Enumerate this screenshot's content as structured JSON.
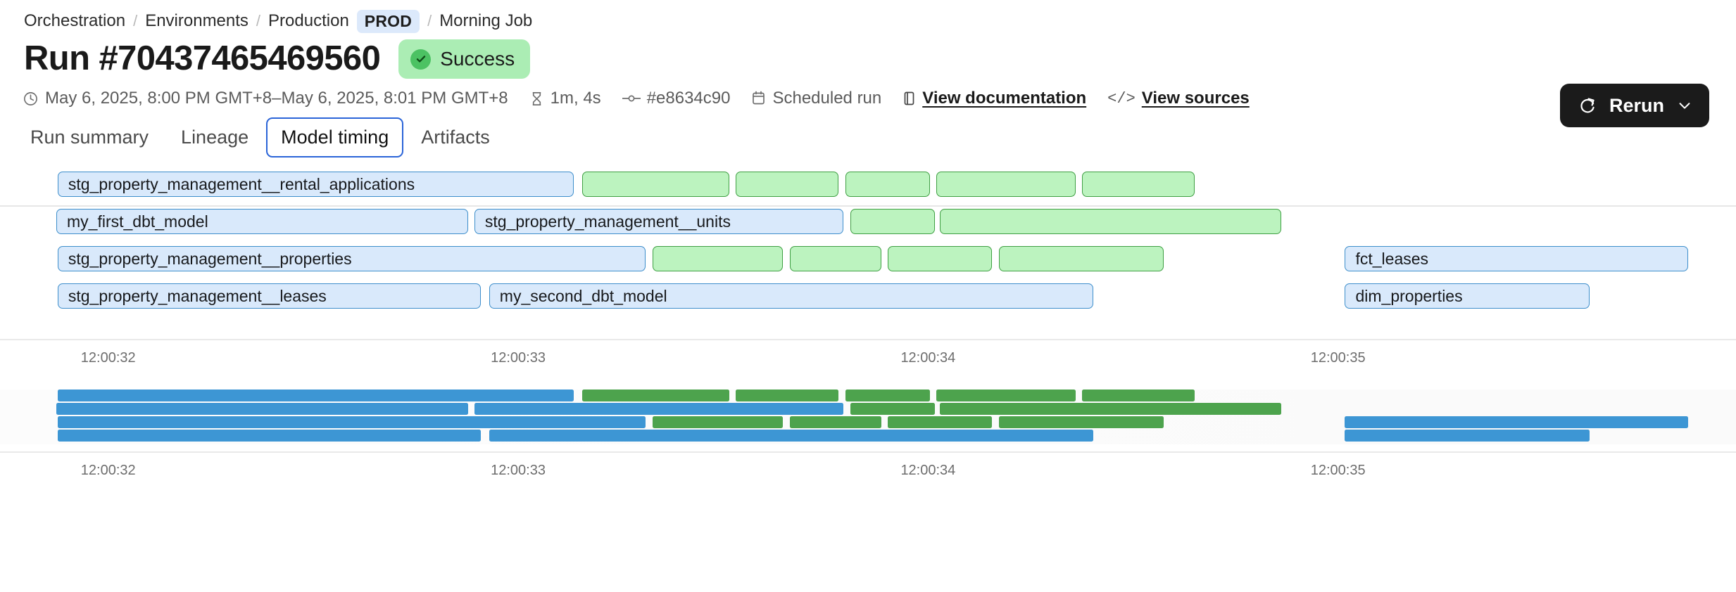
{
  "breadcrumb": {
    "items": [
      {
        "label": "Orchestration",
        "type": "link"
      },
      {
        "label": "Environments",
        "type": "link"
      },
      {
        "label": "Production",
        "type": "link"
      },
      {
        "label": "PROD",
        "type": "chip"
      },
      {
        "label": "Morning Job",
        "type": "link"
      }
    ],
    "separator": "/"
  },
  "header": {
    "title": "Run #70437465469560",
    "status": {
      "label": "Success",
      "color": "#abedb4",
      "icon": "check-circle-icon"
    },
    "rerun": {
      "label": "Rerun",
      "icon": "refresh-icon",
      "chevron": "chevron-down-icon"
    }
  },
  "meta": {
    "timerange": "May 6, 2025, 8:00 PM GMT+8–May 6, 2025, 8:01 PM GMT+8",
    "duration": "1m, 4s",
    "commit": "#e8634c90",
    "trigger": "Scheduled run",
    "documentation_link": "View documentation",
    "sources_link": "View sources"
  },
  "tabs": [
    {
      "label": "Run summary",
      "active": false
    },
    {
      "label": "Lineage",
      "active": false
    },
    {
      "label": "Model timing",
      "active": true
    },
    {
      "label": "Artifacts",
      "active": false
    }
  ],
  "chart_data": {
    "type": "bar",
    "title": "Model timing",
    "orientation": "horizontal-gantt",
    "xlabel": "",
    "ylabel": "",
    "grid": false,
    "legend": null,
    "axis_ticks": [
      "12:00:32",
      "12:00:33",
      "12:00:34",
      "12:00:35"
    ],
    "axis_tick_x_pct": [
      1.5,
      26.6,
      51.7,
      76.8
    ],
    "colors": {
      "model_fill": "#d9e9fb",
      "model_stroke": "#3d8ecb",
      "test_fill": "#bcf3bf",
      "test_stroke": "#3f9f43",
      "mini_model": "#3d96d4",
      "mini_test": "#4da34d"
    },
    "rows": [
      {
        "index": 0,
        "bars": [
          {
            "label": "stg_property_management__rental_applications",
            "kind": "model",
            "x_pct": 0.08,
            "w_pct": 31.6
          },
          {
            "label": "",
            "kind": "test",
            "x_pct": 32.2,
            "w_pct": 9.0
          },
          {
            "label": "",
            "kind": "test",
            "x_pct": 41.6,
            "w_pct": 6.3
          },
          {
            "label": "",
            "kind": "test",
            "x_pct": 48.3,
            "w_pct": 5.2
          },
          {
            "label": "",
            "kind": "test",
            "x_pct": 53.9,
            "w_pct": 8.5
          },
          {
            "label": "",
            "kind": "test",
            "x_pct": 62.8,
            "w_pct": 6.9
          }
        ]
      },
      {
        "index": 1,
        "bars": [
          {
            "label": "my_first_dbt_model",
            "kind": "model",
            "x_pct": 0.0,
            "w_pct": 25.2
          },
          {
            "label": "stg_property_management__units",
            "kind": "model",
            "x_pct": 25.6,
            "w_pct": 22.6
          },
          {
            "label": "",
            "kind": "test",
            "x_pct": 48.6,
            "w_pct": 5.2
          },
          {
            "label": "",
            "kind": "test",
            "x_pct": 54.1,
            "w_pct": 20.9
          }
        ]
      },
      {
        "index": 2,
        "bars": [
          {
            "label": "stg_property_management__properties",
            "kind": "model",
            "x_pct": 0.08,
            "w_pct": 36.0
          },
          {
            "label": "",
            "kind": "test",
            "x_pct": 36.5,
            "w_pct": 8.0
          },
          {
            "label": "",
            "kind": "test",
            "x_pct": 44.9,
            "w_pct": 5.6
          },
          {
            "label": "",
            "kind": "test",
            "x_pct": 50.9,
            "w_pct": 6.4
          },
          {
            "label": "",
            "kind": "test",
            "x_pct": 57.7,
            "w_pct": 10.1
          },
          {
            "label": "fct_leases",
            "kind": "model",
            "x_pct": 78.9,
            "w_pct": 21.0
          }
        ]
      },
      {
        "index": 3,
        "bars": [
          {
            "label": "stg_property_management__leases",
            "kind": "model",
            "x_pct": 0.08,
            "w_pct": 25.9
          },
          {
            "label": "my_second_dbt_model",
            "kind": "model",
            "x_pct": 26.5,
            "w_pct": 37.0
          },
          {
            "label": "dim_properties",
            "kind": "model",
            "x_pct": 78.9,
            "w_pct": 15.0
          }
        ]
      }
    ],
    "overview_rows": [
      {
        "index": 0,
        "bars": [
          {
            "kind": "model",
            "x_pct": 0.08,
            "w_pct": 31.6
          },
          {
            "kind": "test",
            "x_pct": 32.2,
            "w_pct": 9.0
          },
          {
            "kind": "test",
            "x_pct": 41.6,
            "w_pct": 6.3
          },
          {
            "kind": "test",
            "x_pct": 48.3,
            "w_pct": 5.2
          },
          {
            "kind": "test",
            "x_pct": 53.9,
            "w_pct": 8.5
          },
          {
            "kind": "test",
            "x_pct": 62.8,
            "w_pct": 6.9
          }
        ]
      },
      {
        "index": 1,
        "bars": [
          {
            "kind": "model",
            "x_pct": 0.0,
            "w_pct": 25.2
          },
          {
            "kind": "model",
            "x_pct": 25.6,
            "w_pct": 22.6
          },
          {
            "kind": "test",
            "x_pct": 48.6,
            "w_pct": 5.2
          },
          {
            "kind": "test",
            "x_pct": 54.1,
            "w_pct": 20.9
          }
        ]
      },
      {
        "index": 2,
        "bars": [
          {
            "kind": "model",
            "x_pct": 0.08,
            "w_pct": 36.0
          },
          {
            "kind": "test",
            "x_pct": 36.5,
            "w_pct": 8.0
          },
          {
            "kind": "test",
            "x_pct": 44.9,
            "w_pct": 5.6
          },
          {
            "kind": "test",
            "x_pct": 50.9,
            "w_pct": 6.4
          },
          {
            "kind": "test",
            "x_pct": 57.7,
            "w_pct": 10.1
          },
          {
            "kind": "model",
            "x_pct": 78.9,
            "w_pct": 21.0
          }
        ]
      },
      {
        "index": 3,
        "bars": [
          {
            "kind": "model",
            "x_pct": 0.08,
            "w_pct": 25.9
          },
          {
            "kind": "model",
            "x_pct": 26.5,
            "w_pct": 37.0
          },
          {
            "kind": "model",
            "x_pct": 78.9,
            "w_pct": 15.0
          }
        ]
      }
    ]
  }
}
